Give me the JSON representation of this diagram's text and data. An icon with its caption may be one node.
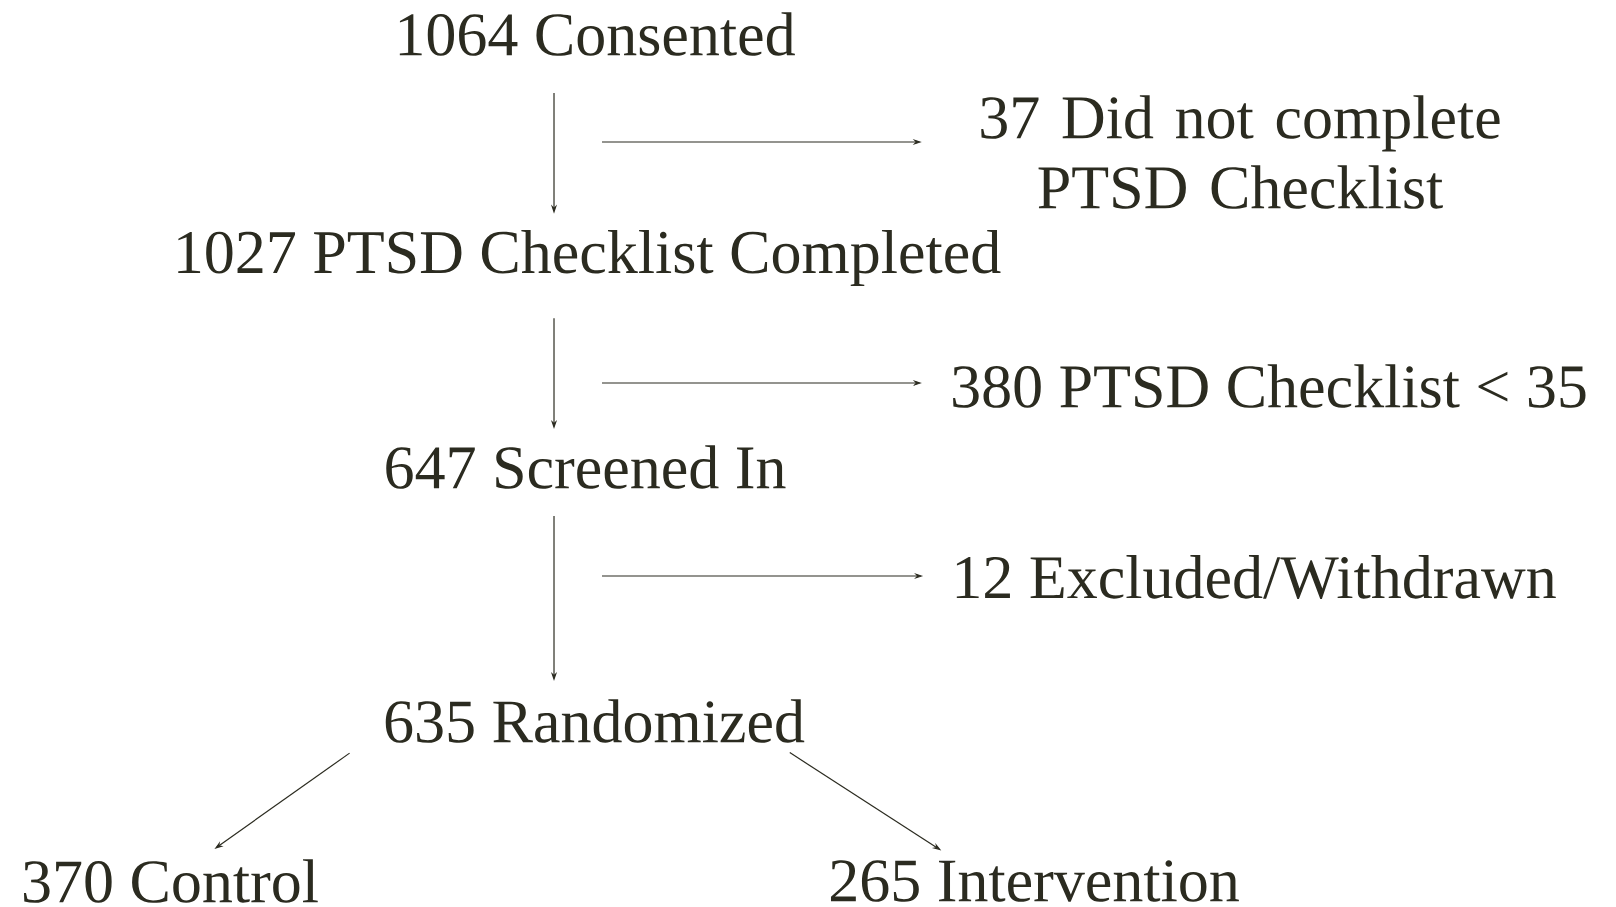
{
  "diagram": {
    "nodes": [
      {
        "text": [
          "1064 Consented"
        ]
      },
      {
        "text": [
          "37 Did not complete PTSD Checklist"
        ]
      },
      {
        "text": [
          "1027 PTSD Checklist Completed"
        ]
      },
      {
        "text": [
          "380 PTSD Checklist < 35"
        ]
      },
      {
        "text": [
          "647 Screened In"
        ]
      },
      {
        "text": [
          "12 Excluded/Withdrawn"
        ]
      },
      {
        "text": [
          "635 Randomized"
        ]
      },
      {
        "text": [
          "370 Control"
        ]
      },
      {
        "text": [
          "265 Intervention"
        ]
      }
    ],
    "edges": [
      {
        "from": 0,
        "to": 2,
        "arrow": "to"
      },
      {
        "from": null,
        "to": 1,
        "arrow": "to"
      },
      {
        "from": 2,
        "to": 4,
        "arrow": "to"
      },
      {
        "from": null,
        "to": 3,
        "arrow": "to"
      },
      {
        "from": 4,
        "to": 6,
        "arrow": "to"
      },
      {
        "from": null,
        "to": 5,
        "arrow": "to"
      },
      {
        "from": 6,
        "to": 7,
        "arrow": "to"
      },
      {
        "from": 6,
        "to": 8,
        "arrow": "to"
      }
    ]
  }
}
